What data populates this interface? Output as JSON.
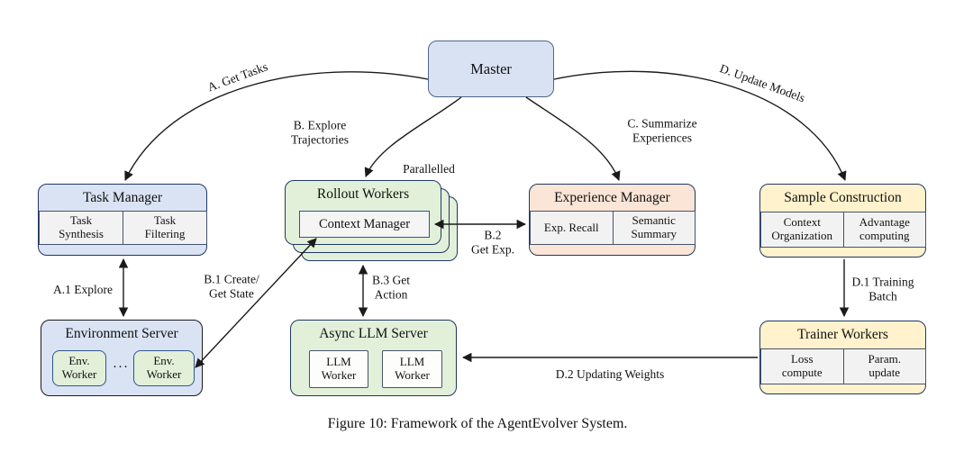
{
  "caption": "Figure 10: Framework of the AgentEvolver System.",
  "colors": {
    "blue_fill": "#dae3f3",
    "green_fill": "#e2f0d9",
    "peach_fill": "#fbe5d6",
    "yellow_fill": "#fff2cc",
    "gray_cell_fill": "#f2f2f2",
    "navy_border": "#1f3864",
    "line": "#1a1a1a"
  },
  "nodes": {
    "master": {
      "title": "Master"
    },
    "task_manager": {
      "title": "Task Manager",
      "cells": [
        "Task\nSynthesis",
        "Task\nFiltering"
      ]
    },
    "rollout_workers": {
      "title": "Rollout Workers",
      "inner": "Context Manager",
      "tag": "Parallelled"
    },
    "experience_manager": {
      "title": "Experience Manager",
      "cells": [
        "Exp. Recall",
        "Semantic\nSummary"
      ]
    },
    "sample_construction": {
      "title": "Sample Construction",
      "cells": [
        "Context\nOrganization",
        "Advantage\ncomputing"
      ]
    },
    "environment_server": {
      "title": "Environment Server",
      "workers": [
        "Env.\nWorker",
        "Env.\nWorker"
      ],
      "dots": "···"
    },
    "async_llm_server": {
      "title": "Async LLM Server",
      "workers": [
        "LLM\nWorker",
        "LLM\nWorker"
      ]
    },
    "trainer_workers": {
      "title": "Trainer Workers",
      "cells": [
        "Loss\ncompute",
        "Param.\nupdate"
      ]
    }
  },
  "edges": {
    "a": "A. Get Tasks",
    "b": "B. Explore\nTrajectories",
    "c": "C. Summarize\nExperiences",
    "d": "D. Update Models",
    "a1": "A.1 Explore",
    "b1": "B.1 Create/\nGet State",
    "b2": "B.2\nGet Exp.",
    "b3": "B.3 Get\nAction",
    "d1": "D.1 Training\nBatch",
    "d2": "D.2 Updating Weights"
  }
}
